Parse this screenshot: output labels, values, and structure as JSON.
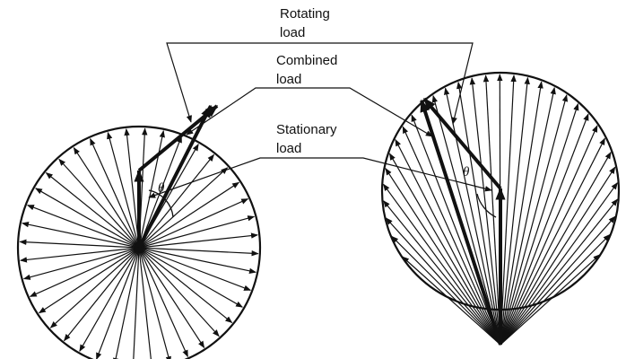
{
  "labels": {
    "rotating_line1": "Rotating",
    "rotating_line2": "load",
    "combined_line1": "Combined",
    "combined_line2": "load",
    "stationary_line1": "Stationary",
    "stationary_line2": "load",
    "theta_left": "θ",
    "theta_right": "θ"
  },
  "colors": {
    "ink": "#111111",
    "background": "#ffffff"
  }
}
